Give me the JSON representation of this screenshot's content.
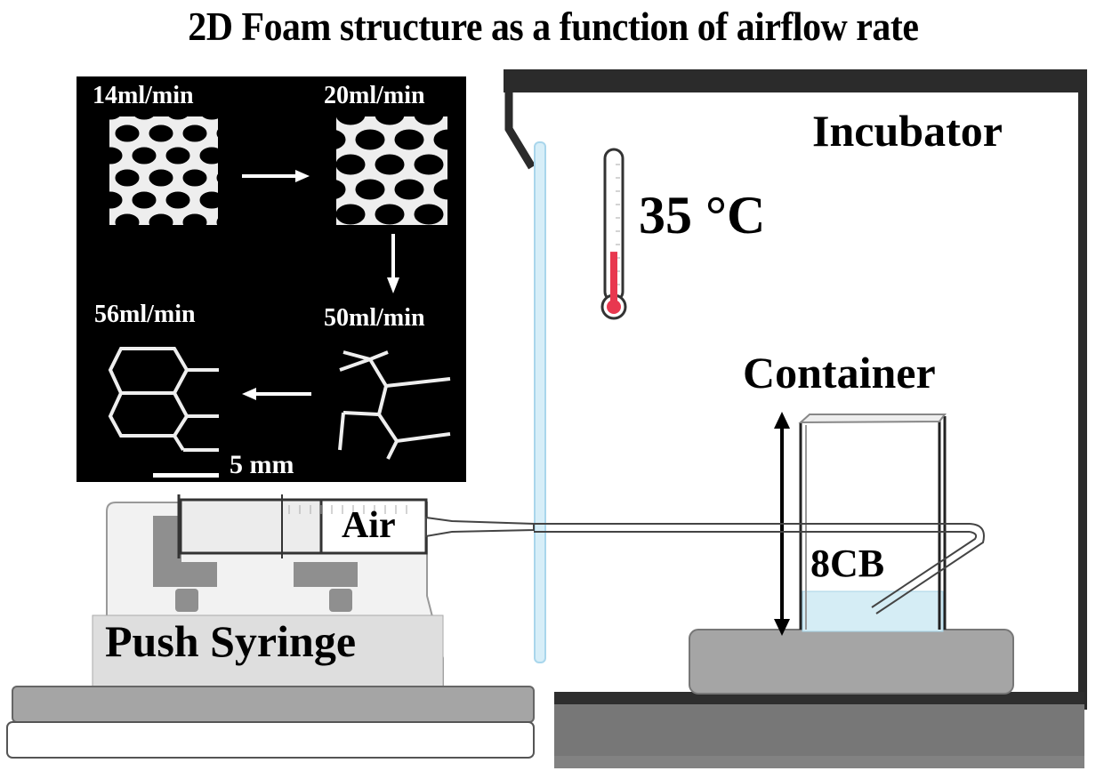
{
  "title": "2D Foam structure as a function of airflow rate",
  "inset": {
    "panels": [
      {
        "flow_rate": "14ml/min",
        "position": "top-left"
      },
      {
        "flow_rate": "20ml/min",
        "position": "top-right"
      },
      {
        "flow_rate": "50ml/min",
        "position": "bottom-right"
      },
      {
        "flow_rate": "56ml/min",
        "position": "bottom-left"
      }
    ],
    "scale_bar_label": "5 mm"
  },
  "labels": {
    "incubator": "Incubator",
    "temperature": "35 °C",
    "container": "Container",
    "liquid": "8CB",
    "syringe_content": "Air",
    "pump": "Push Syringe"
  },
  "thermometer": {
    "fill_fraction": 0.3
  },
  "colors": {
    "thermometer_fill": "#e8384f",
    "liquid": "#d5edf5",
    "tube_blue": "#b9def0",
    "incubator_frame": "#2b2b2b",
    "base_gray": "#a5a5a5",
    "floor_gray": "#777777"
  }
}
